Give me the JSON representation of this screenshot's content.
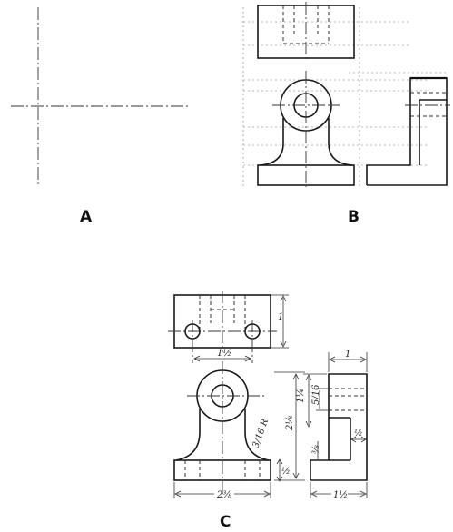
{
  "panels": [
    {
      "id": "a",
      "label": "A"
    },
    {
      "id": "b",
      "label": "B"
    },
    {
      "id": "c",
      "label": "C"
    }
  ],
  "dimensions": {
    "top_height": "1",
    "hole_spacing": "1½",
    "overall_width": "2⅜",
    "side_width_top": "1",
    "side_width_bottom": "1½",
    "overall_height": "2⅛",
    "upper_height": "1¼",
    "bore_offset": "5/16",
    "fillet_radius": "3/16 R",
    "base_thickness": "½",
    "slot_depth": "⅜",
    "slot_width": "½"
  }
}
